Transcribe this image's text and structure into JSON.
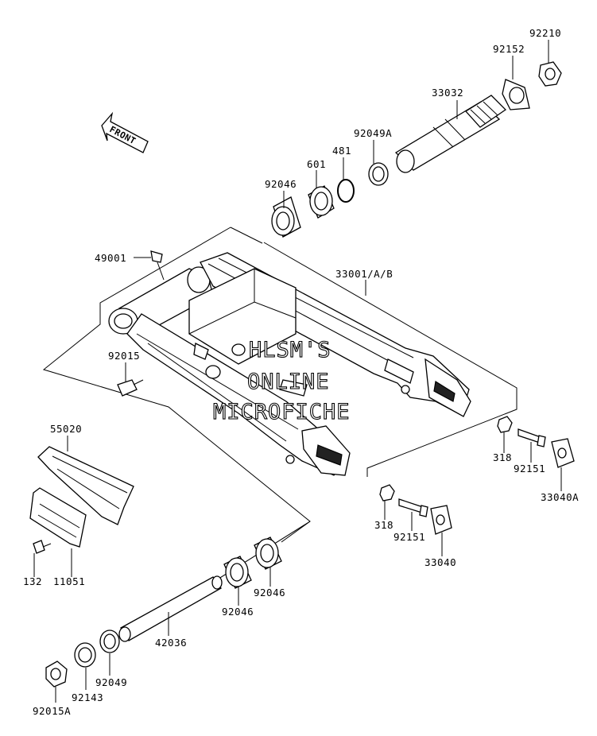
{
  "labels": {
    "p92210": "92210",
    "p92152": "92152",
    "p33032": "33032",
    "p92049A": "92049A",
    "p481": "481",
    "p601": "601",
    "p92046_top": "92046",
    "p49001": "49001",
    "p33001": "33001/A/B",
    "p92015": "92015",
    "p55020": "55020",
    "p132": "132",
    "p11051": "11051",
    "p318_right": "318",
    "p92151_right": "92151",
    "p33040A": "33040A",
    "p318_mid": "318",
    "p92151_mid": "92151",
    "p33040": "33040",
    "p92046_low_right": "92046",
    "p92046_low_left": "92046",
    "p42036": "42036",
    "p92049": "92049",
    "p92143": "92143",
    "p92015A": "92015A"
  },
  "front_marker": "FRONT",
  "watermark": {
    "line1": "HLSM'S",
    "line2": "ONLINE",
    "line3": "MICROFICHE"
  }
}
